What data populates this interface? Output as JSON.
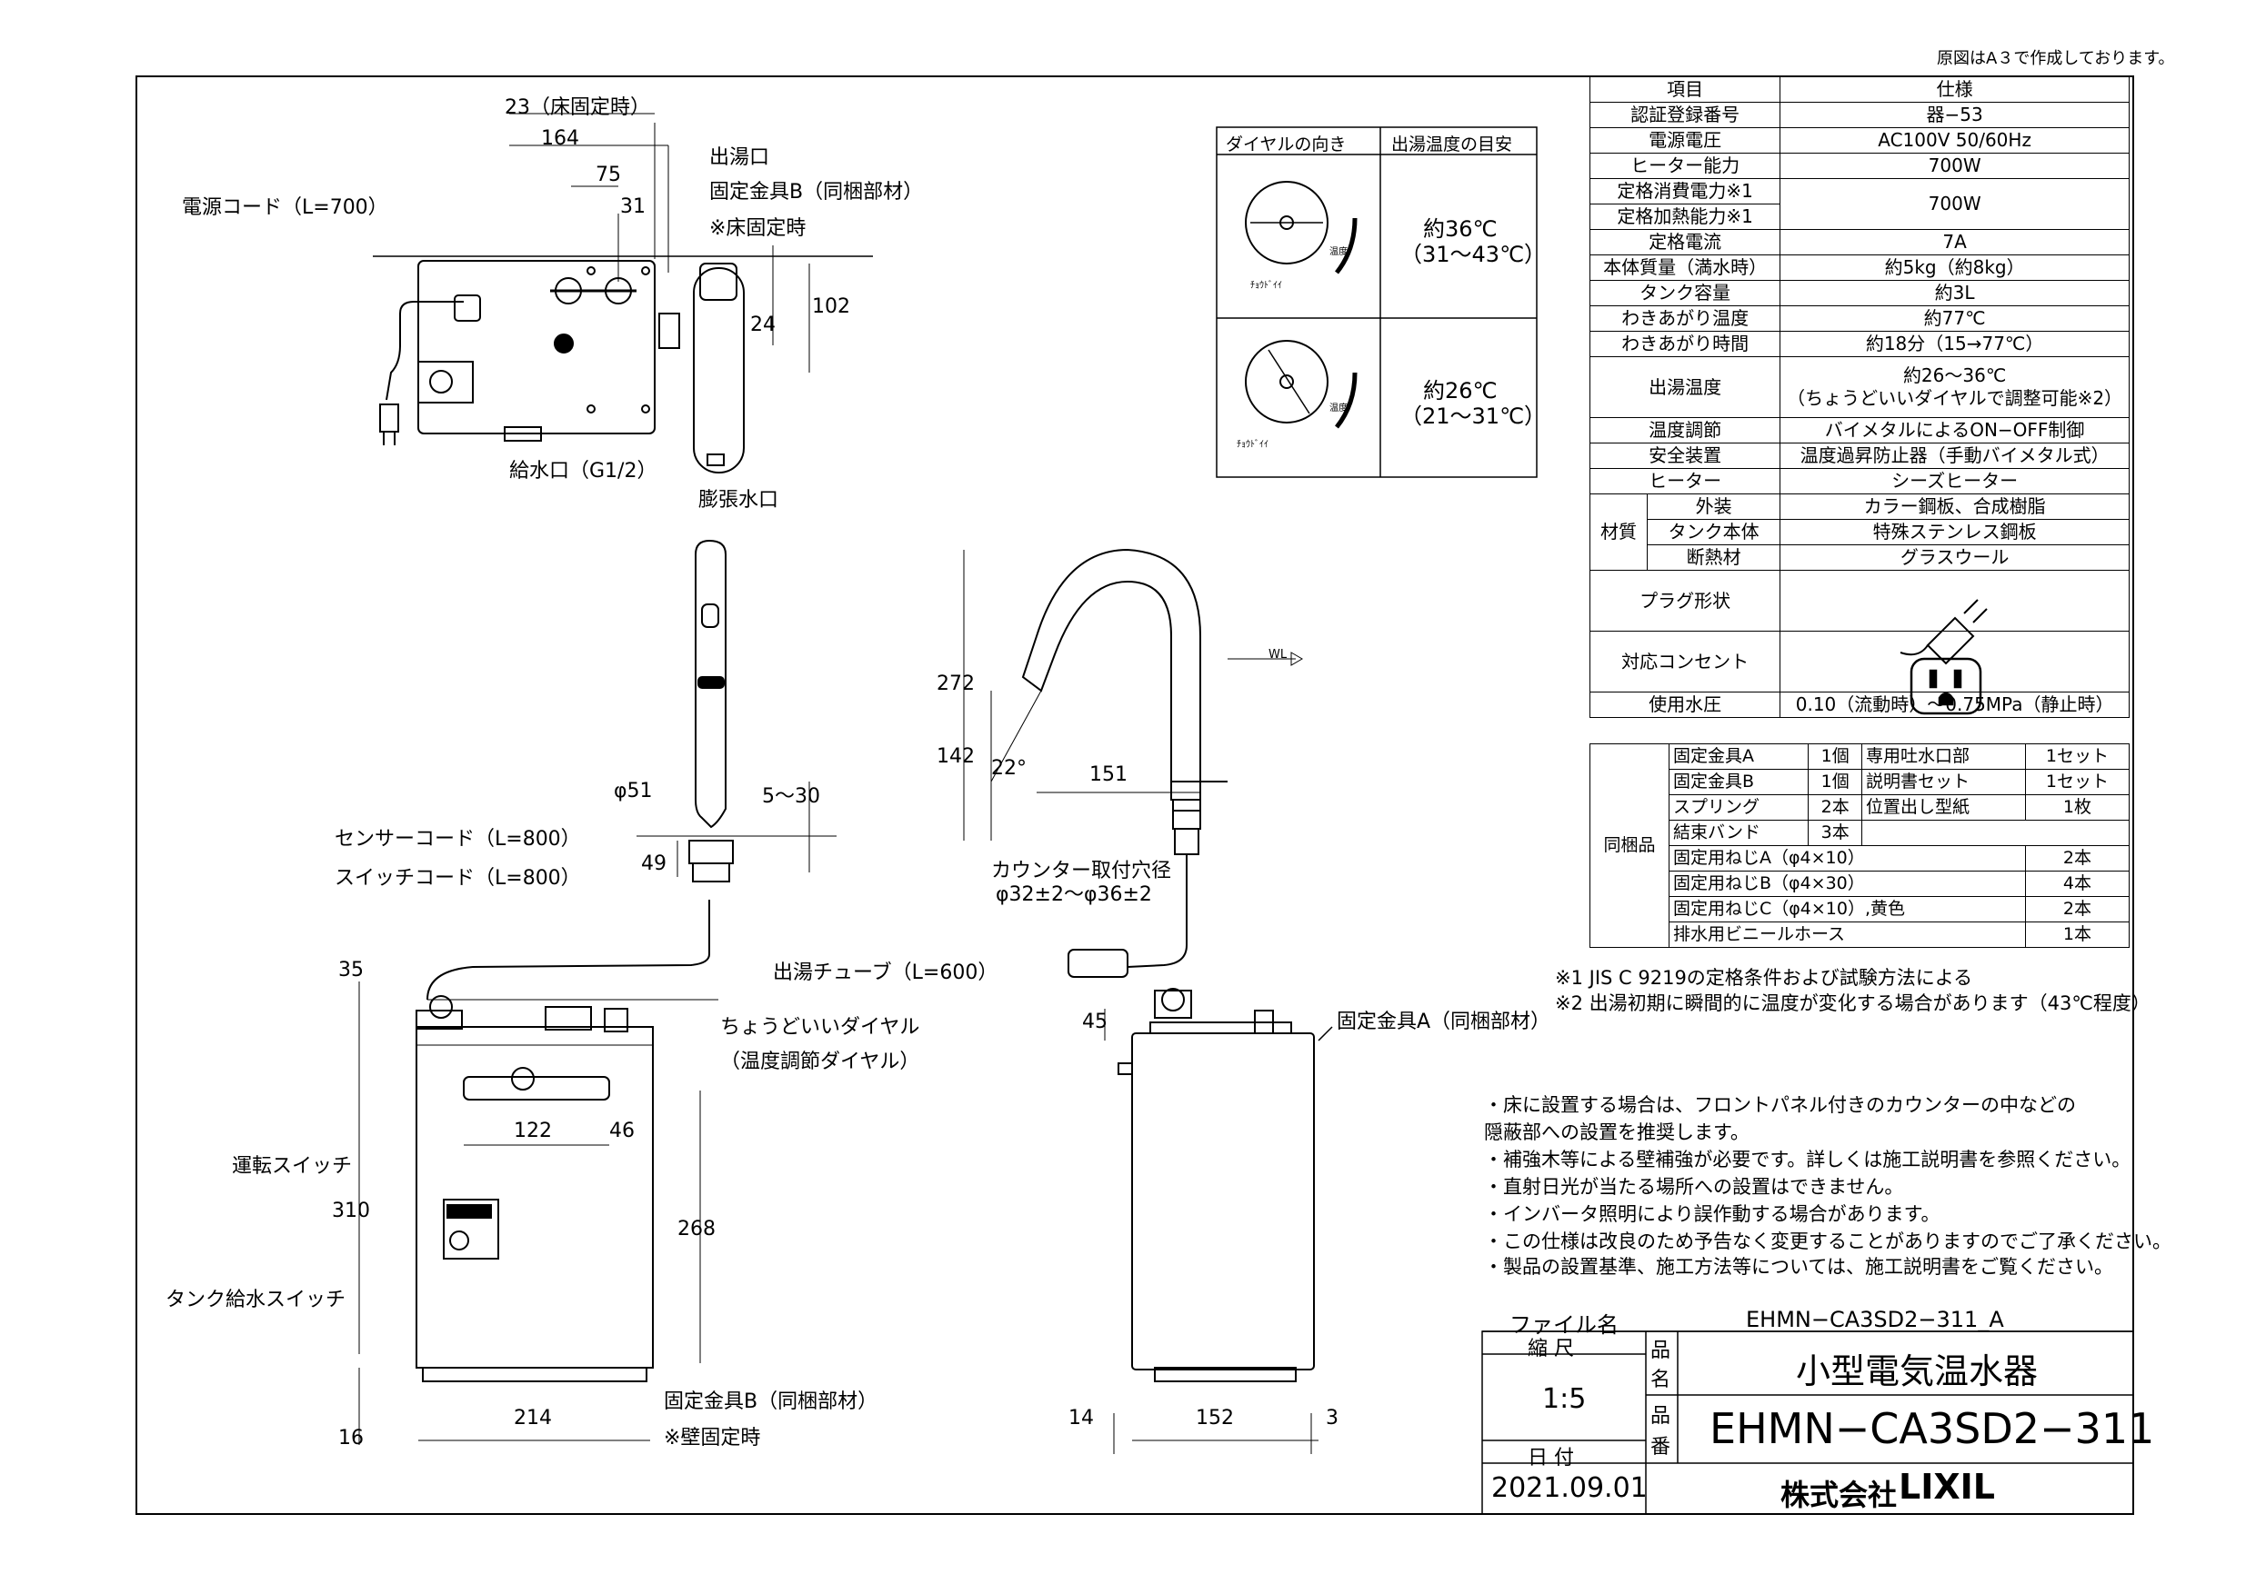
{
  "header_note": "原図はA３で作成しております。",
  "spec_table": {
    "head": [
      "項目",
      "仕様"
    ],
    "rows": [
      [
        "認証登録番号",
        "器−53"
      ],
      [
        "電源電圧",
        "AC100V  50/60Hz"
      ],
      [
        "ヒーター能力",
        "700W"
      ],
      [
        "定格消費電力※1",
        "700W"
      ],
      [
        "定格加熱能力※1",
        ""
      ],
      [
        "定格電流",
        "7A"
      ],
      [
        "本体質量（満水時）",
        "約5kg（約8kg）"
      ],
      [
        "タンク容量",
        "約3L"
      ],
      [
        "わきあがり温度",
        "約77℃"
      ],
      [
        "わきあがり時間",
        "約18分（15→77℃）"
      ],
      [
        "温度調節",
        "バイメタルによるON−OFF制御"
      ],
      [
        "安全装置",
        "温度過昇防止器（手動バイメタル式）"
      ],
      [
        "ヒーター",
        "シーズヒーター"
      ]
    ],
    "outlet_temp": {
      "label": "出湯温度",
      "line1": "約26〜36℃",
      "line2": "（ちょうどいいダイヤルで調整可能※2）"
    },
    "material": {
      "label": "材質",
      "rows": [
        [
          "外装",
          "カラー鋼板、合成樹脂"
        ],
        [
          "タンク本体",
          "特殊ステンレス鋼板"
        ],
        [
          "断熱材",
          "グラスウール"
        ]
      ]
    },
    "plug": "プラグ形状",
    "outlet": "対応コンセント",
    "pressure": [
      "使用水圧",
      "0.10（流動時）〜0.75MPa（静止時）"
    ],
    "bundled": {
      "label": "同梱品",
      "pairs": [
        [
          "固定金具A",
          "1個",
          "専用吐水口部",
          "1セット"
        ],
        [
          "固定金具B",
          "1個",
          "説明書セット",
          "1セット"
        ],
        [
          "スプリング",
          "2本",
          "位置出し型紙",
          "1枚"
        ],
        [
          "結束バンド",
          "3本",
          "",
          ""
        ]
      ],
      "items": [
        [
          "固定用ねじA（φ4×10）",
          "2本"
        ],
        [
          "固定用ねじB（φ4×30）",
          "4本"
        ],
        [
          "固定用ねじC（φ4×10）,黄色",
          "2本"
        ],
        [
          "排水用ビニールホース",
          "1本"
        ]
      ]
    }
  },
  "footnotes": [
    "※1  JIS C 9219の定格条件および試験方法による",
    "※2  出湯初期に瞬間的に温度が変化する場合があります（43℃程度）"
  ],
  "notes": [
    "・床に設置する場合は、フロントパネル付きのカウンターの中などの",
    "  隠蔽部への設置を推奨します。",
    "・補強木等による壁補強が必要です。詳しくは施工説明書を参照ください。",
    "・直射日光が当たる場所への設置はできません。",
    "・インバータ照明により誤作動する場合があります。",
    "・この仕様は改良のため予告なく変更することがありますのでご了承ください。",
    "・製品の設置基準、施工方法等については、施工説明書をご覧ください。"
  ],
  "dial_table": {
    "head": [
      "ダイヤルの向き",
      "出湯温度の目安"
    ],
    "rows": [
      {
        "temp": "約36℃",
        "range": "（31〜43℃）",
        "label1": "温度",
        "label2": "ﾁｮｳﾄﾞｲｲ"
      },
      {
        "temp": "約26℃",
        "range": "（21〜31℃）",
        "label1": "温度",
        "label2": "ﾁｮｳﾄﾞｲｲ"
      }
    ]
  },
  "title_block": {
    "file_label": "ファイル名",
    "file_name": "EHMN−CA3SD2−311_A",
    "scale_label": "縮 尺",
    "scale": "1:5",
    "date_label": "日 付",
    "date": "2021.09.01",
    "name_label_1": "品",
    "name_label_2": "名",
    "product_name": "小型電気温水器",
    "number_label_1": "品",
    "number_label_2": "番",
    "product_number": "EHMN−CA3SD2−311",
    "company": "株式会社",
    "brand": "LIXIL"
  },
  "labels": {
    "floor_fix_23": "23（床固定時）",
    "d164": "164",
    "d75": "75",
    "d31": "31",
    "d102": "102",
    "d24": "24",
    "power_cord": "電源コード（L=700）",
    "outlet": "出湯口",
    "bracket_b": "固定金具B（同梱部材）",
    "floor_fix": "※床固定時",
    "inlet": "給水口（G1/2）",
    "expansion": "膨張水口",
    "d272": "272",
    "d142": "142",
    "d22": "22°",
    "d151": "151",
    "wl": "WL",
    "phi51": "φ51",
    "d5_30": "5〜30",
    "d49": "49",
    "sensor_cord": "センサーコード（L=800）",
    "switch_cord": "スイッチコード（L=800）",
    "tube": "出湯チューブ（L=600）",
    "counter_hole": "カウンター取付穴径",
    "hole_size": "φ32±2〜φ36±2",
    "dial": "ちょうどいいダイヤル",
    "dial_sub": "（温度調節ダイヤル）",
    "bracket_a": "固定金具A（同梱部材）",
    "d35": "35",
    "d45": "45",
    "run_switch": "運転スイッチ",
    "d122": "122",
    "d46": "46",
    "d310": "310",
    "d268": "268",
    "tank_switch": "タンク給水スイッチ",
    "bracket_b2": "固定金具B（同梱部材）",
    "wall_fix": "※壁固定時",
    "d214": "214",
    "d16": "16",
    "d14": "14",
    "d152": "152",
    "d3": "3"
  }
}
